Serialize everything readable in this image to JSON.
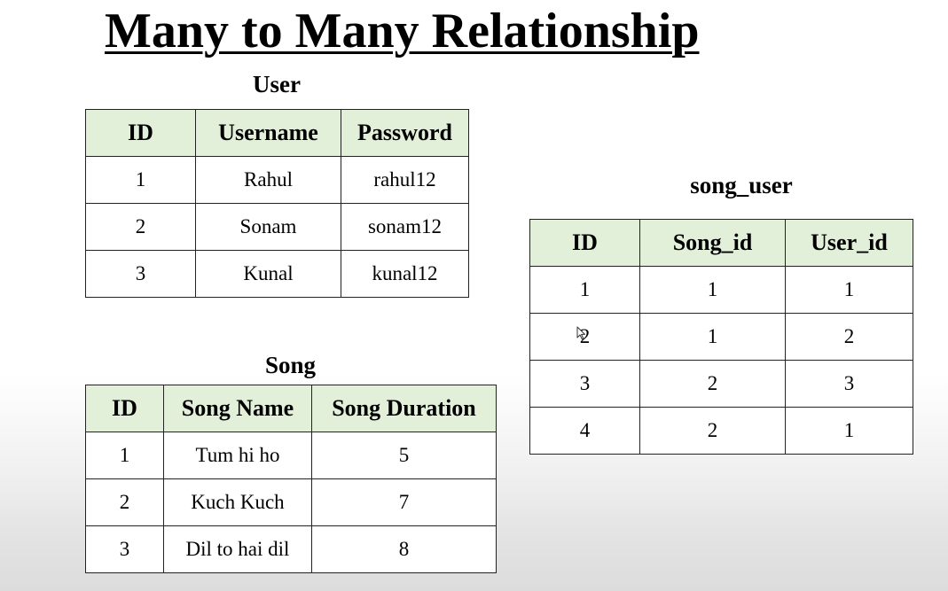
{
  "slide": {
    "title": "Many to Many Relationship"
  },
  "user_table": {
    "caption": "User",
    "headers": [
      "ID",
      "Username",
      "Password"
    ],
    "rows": [
      [
        "1",
        "Rahul",
        "rahul12"
      ],
      [
        "2",
        "Sonam",
        "sonam12"
      ],
      [
        "3",
        "Kunal",
        "kunal12"
      ]
    ]
  },
  "song_table": {
    "caption": "Song",
    "headers": [
      "ID",
      "Song Name",
      "Song Duration"
    ],
    "rows": [
      [
        "1",
        "Tum hi ho",
        "5"
      ],
      [
        "2",
        "Kuch Kuch",
        "7"
      ],
      [
        "3",
        "Dil to hai dil",
        "8"
      ]
    ]
  },
  "song_user_table": {
    "caption": "song_user",
    "headers": [
      "ID",
      "Song_id",
      "User_id"
    ],
    "rows": [
      [
        "1",
        "1",
        "1"
      ],
      [
        "2",
        "1",
        "2"
      ],
      [
        "3",
        "2",
        "3"
      ],
      [
        "4",
        "2",
        "1"
      ]
    ]
  },
  "colors": {
    "header_fill": "#e2efd9",
    "border": "#222222"
  },
  "icons": {
    "cursor": "mouse-pointer-icon"
  }
}
